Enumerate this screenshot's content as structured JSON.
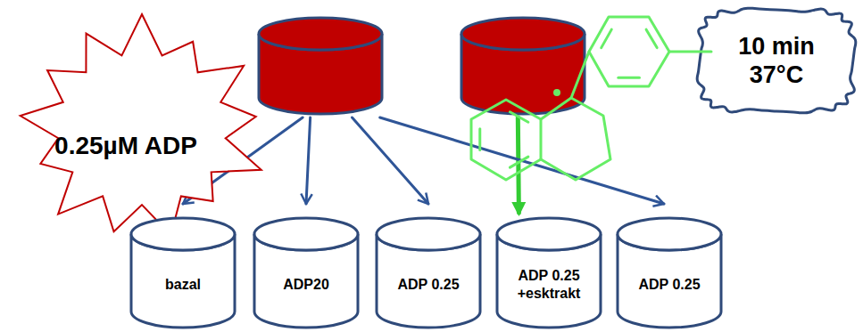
{
  "diagram": {
    "nodes": [
      {
        "text": [
          "0.25µM ADP"
        ]
      },
      {
        "text": []
      },
      {
        "text": []
      },
      {
        "text": [
          "10 min 37°C"
        ]
      },
      {
        "text": [
          "bazal"
        ]
      },
      {
        "text": [
          "ADP20"
        ]
      },
      {
        "text": [
          "ADP 0.25"
        ]
      },
      {
        "text": [
          "ADP 0.25 +esktrakt"
        ]
      },
      {
        "text": [
          "ADP 0.25"
        ]
      }
    ],
    "edges": [
      {
        "from": 1,
        "to": 4,
        "arrow": "to"
      },
      {
        "from": 1,
        "to": 5,
        "arrow": "to"
      },
      {
        "from": 1,
        "to": 6,
        "arrow": "to"
      },
      {
        "from": 2,
        "to": 7,
        "arrow": "to"
      },
      {
        "from": 1,
        "to": 8,
        "arrow": "to"
      }
    ]
  }
}
